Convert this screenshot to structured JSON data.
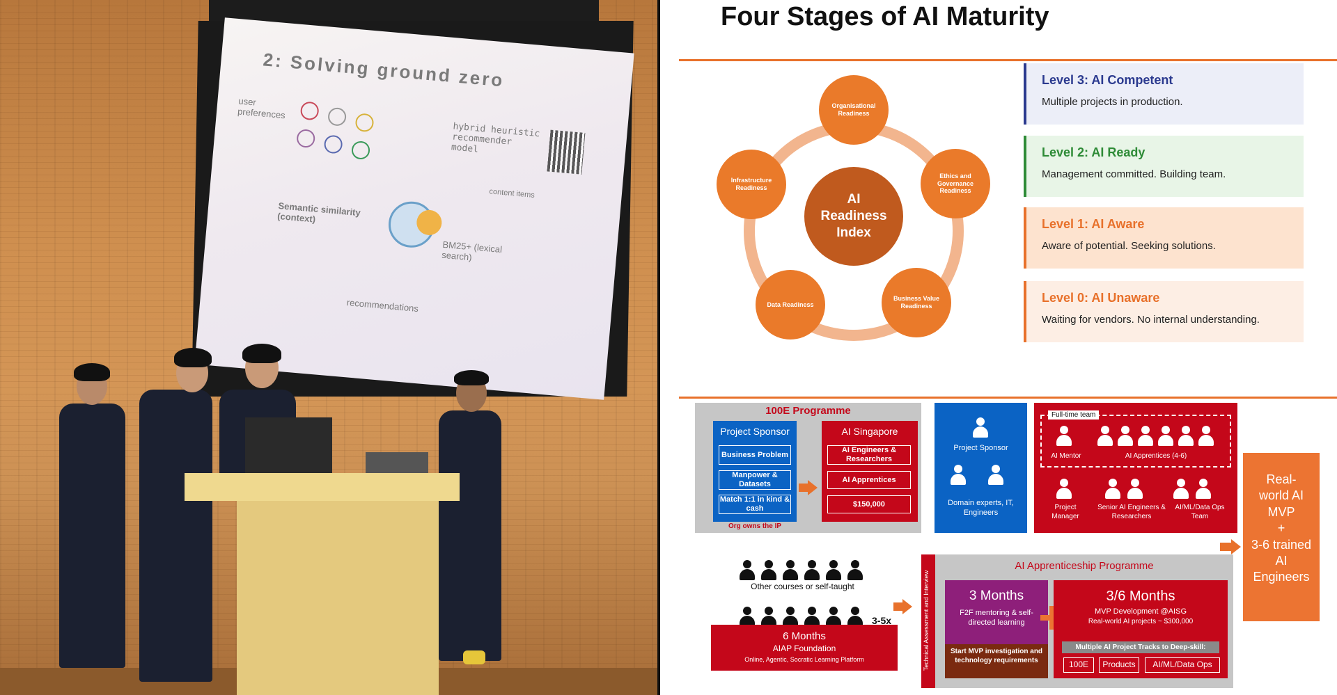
{
  "photo": {
    "slide": {
      "title": "2: Solving ground zero",
      "user_preferences": "user preferences",
      "model": "hybrid heuristic recommender model",
      "content_items": "content items",
      "semantic": "Semantic similarity (context)",
      "bm25": "BM25+ (lexical search)",
      "recommendations": "recommendations"
    }
  },
  "maturity": {
    "title": "Four Stages of AI Maturity",
    "center": "AI Readiness Index",
    "nodes": [
      "Organisational Readiness",
      "Ethics and Governance Readiness",
      "Business Value Readiness",
      "Data Readiness",
      "Infrastructure Readiness"
    ],
    "levels": [
      {
        "title": "Level 3: AI Competent",
        "desc": "Multiple projects in production.",
        "color": "#2b3a8f",
        "bg": "#eceef8",
        "bar": "#2b3a8f"
      },
      {
        "title": "Level 2: AI Ready",
        "desc": "Management committed. Building team.",
        "color": "#2e8b37",
        "bg": "#e8f5e7",
        "bar": "#2e8b37"
      },
      {
        "title": "Level 1: AI Aware",
        "desc": "Aware of potential. Seeking solutions.",
        "color": "#e8712b",
        "bg": "#fde3cf",
        "bar": "#e8712b"
      },
      {
        "title": "Level 0: AI Unaware",
        "desc": "Waiting for vendors. No internal understanding.",
        "color": "#e8712b",
        "bg": "#fdeee4",
        "bar": "#e8712b"
      }
    ]
  },
  "programme": {
    "title_100e": "100E Programme",
    "project_sponsor": "Project Sponsor",
    "sponsor_items": [
      "Business Problem",
      "Manpower & Datasets",
      "Match 1:1 in kind & cash"
    ],
    "org_owns": "Org owns the IP",
    "ai_singapore": "AI Singapore",
    "aisg_items": [
      "AI Engineers & Researchers",
      "AI Apprentices",
      "$150,000"
    ],
    "blue_sponsor": "Project Sponsor",
    "blue_domain": "Domain experts, IT, Engineers",
    "full_time_team": "Full-time team",
    "ai_mentor": "AI Mentor",
    "ai_apprentices": "AI Apprentices (4-6)",
    "project_manager": "Project Manager",
    "senior": "Senior AI Engineers & Researchers",
    "ops_team": "AI/ML/Data Ops Team",
    "outcome": [
      "Real-world AI MVP",
      "+",
      "3-6 trained AI Engineers"
    ],
    "other_courses": "Other courses or self-taught",
    "multiplier": "3-5x",
    "six_months": "6 Months",
    "aiap_foundation": "AIAP Foundation",
    "aiap_platform": "Online, Agentic, Socratic Learning Platform",
    "tech_assess": "Technical Assessment and Interview",
    "apprenticeship": "AI Apprenticeship Programme",
    "three_months": "3 Months",
    "three_desc": "F2F mentoring & self-directed learning",
    "start_mvp": "Start MVP investigation and technology requirements",
    "three_six": "3/6 Months",
    "mvp_dev": "MVP Development @AISG",
    "real_world": "Real-world AI projects ~ $300,000",
    "tracks": "Multiple AI Project Tracks to Deep-skill:",
    "track_items": [
      "100E",
      "Products",
      "AI/ML/Data Ops"
    ]
  },
  "colors": {
    "orange": "#e8712b",
    "red": "#c4071a",
    "blue": "#0b63c4",
    "purple": "#8e1f7a",
    "brown": "#7a2a10"
  }
}
